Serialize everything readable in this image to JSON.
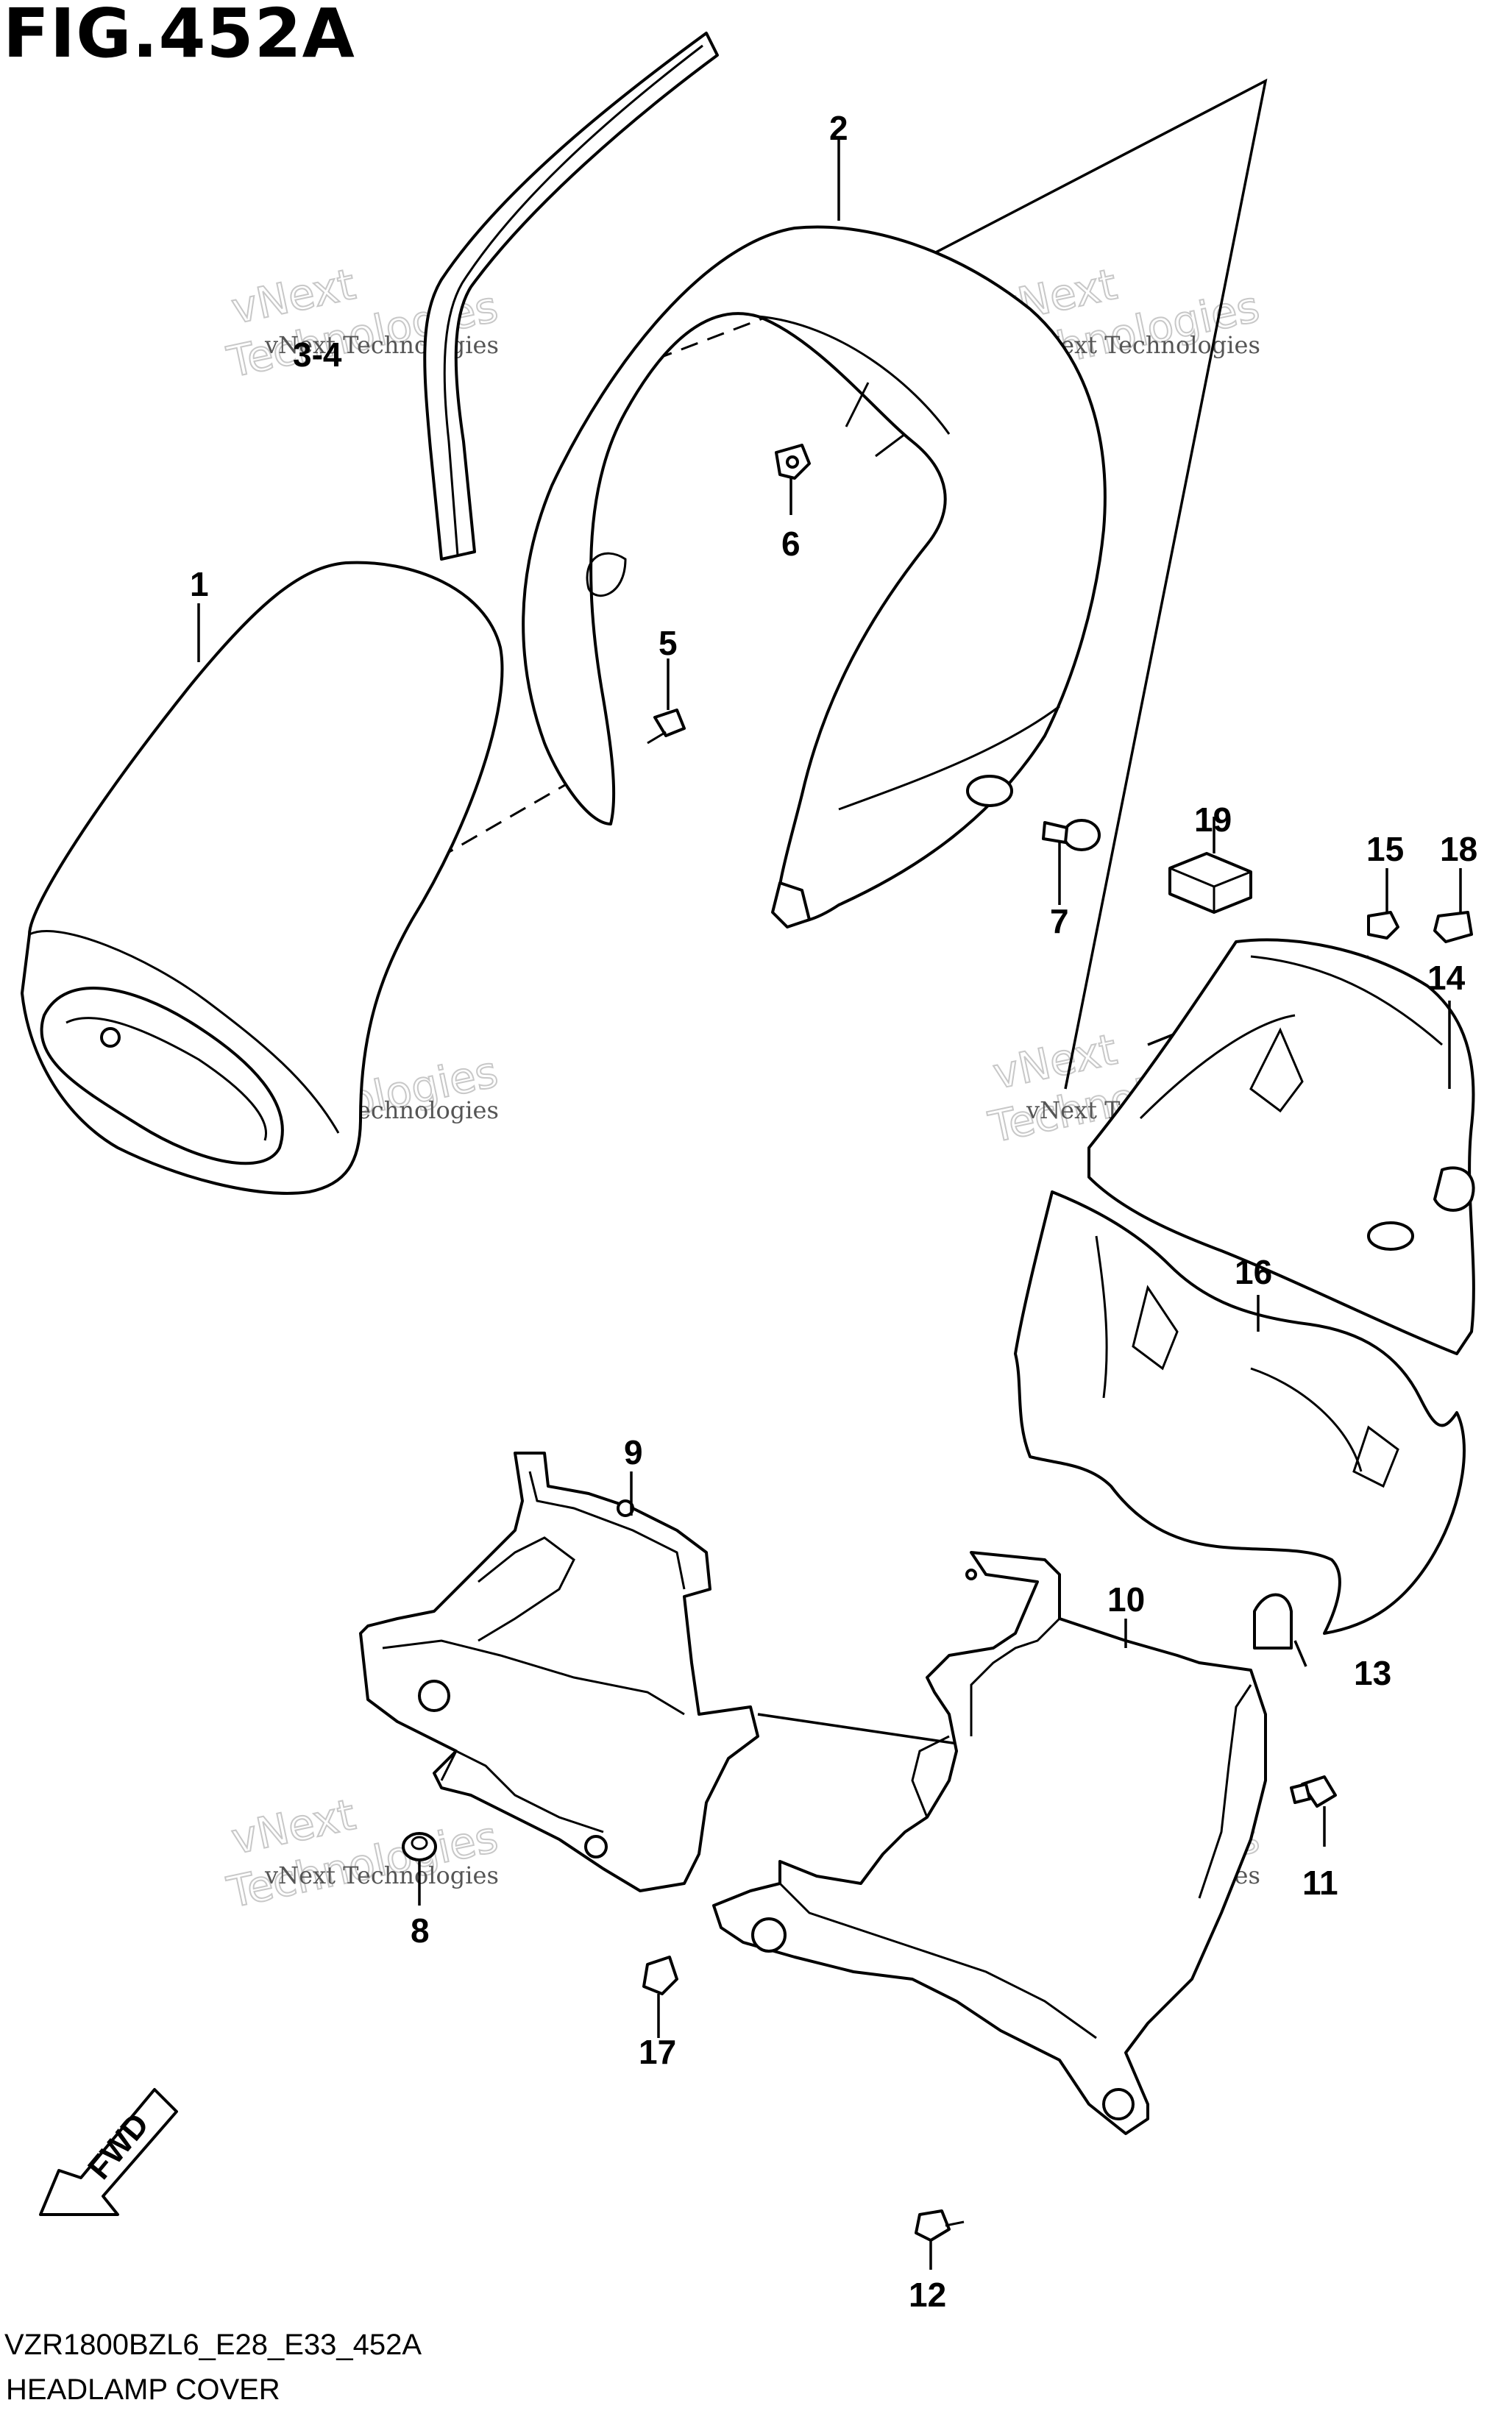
{
  "figure": {
    "title": "FIG.452A",
    "code": "VZR1800BZL6_E28_E33_452A",
    "name": "HEADLAMP COVER"
  },
  "fwd_label": "FWD",
  "watermark": {
    "line1": "vNext Technologies",
    "line2": "vNext",
    "line3": "Technologies"
  },
  "callouts": [
    "1",
    "2",
    "3-4",
    "5",
    "6",
    "7",
    "8",
    "9",
    "10",
    "11",
    "12",
    "13",
    "14",
    "15",
    "16",
    "17",
    "18",
    "19"
  ]
}
